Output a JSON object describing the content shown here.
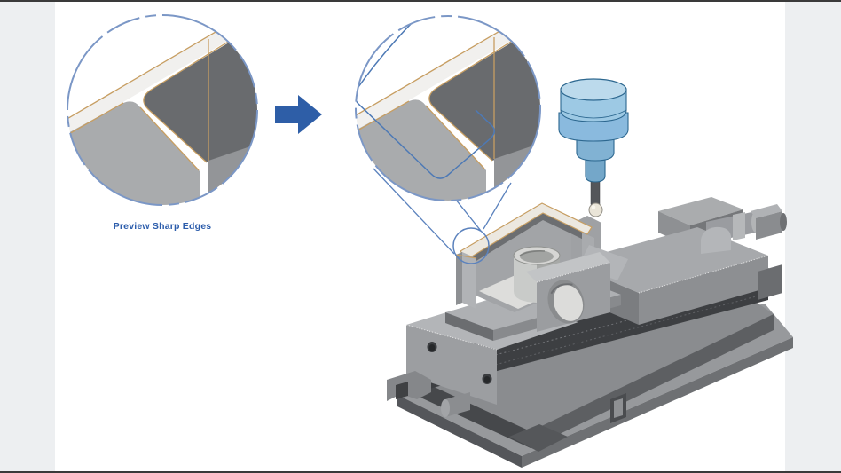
{
  "illustration": {
    "caption": "Preview Sharp Edges",
    "before_detail": "rounded-corner-zoom",
    "after_detail": "sharp-corner-preview-zoom",
    "scene": "touch-probe-over-machine-vise-workpiece"
  },
  "theme": {
    "accent_blue": "#2e5ea7",
    "callout_blue": "#7b97c6",
    "leader_blue": "#5b82bd",
    "edge_tan": "#c79e62",
    "probe_blue": "#9dc9e4",
    "probe_outline": "#2c678f",
    "face_dark": "#696b6e",
    "face_light": "#a9abad",
    "face_top": "#f1f0ee",
    "side_band": "#edeff1",
    "frame_bar": "#3a3a3a",
    "caption_blue": "#2b5cab"
  }
}
